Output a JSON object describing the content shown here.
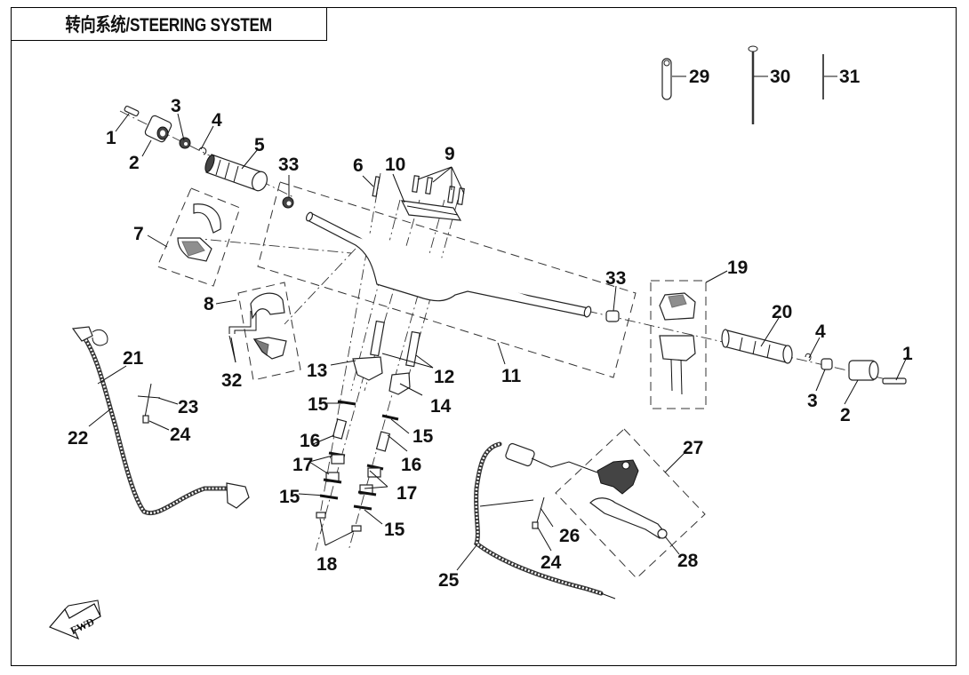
{
  "title": "转向系统/STEERING SYSTEM",
  "fwd_label": "FWD",
  "callouts": [
    {
      "id": "c1a",
      "label": "1"
    },
    {
      "id": "c2a",
      "label": "2"
    },
    {
      "id": "c3a",
      "label": "3"
    },
    {
      "id": "c4a",
      "label": "4"
    },
    {
      "id": "c5",
      "label": "5"
    },
    {
      "id": "c6",
      "label": "6"
    },
    {
      "id": "c7",
      "label": "7"
    },
    {
      "id": "c8",
      "label": "8"
    },
    {
      "id": "c9",
      "label": "9"
    },
    {
      "id": "c10",
      "label": "10"
    },
    {
      "id": "c11",
      "label": "11"
    },
    {
      "id": "c12",
      "label": "12"
    },
    {
      "id": "c13",
      "label": "13"
    },
    {
      "id": "c14",
      "label": "14"
    },
    {
      "id": "c15a",
      "label": "15"
    },
    {
      "id": "c15b",
      "label": "15"
    },
    {
      "id": "c15c",
      "label": "15"
    },
    {
      "id": "c15d",
      "label": "15"
    },
    {
      "id": "c16a",
      "label": "16"
    },
    {
      "id": "c16b",
      "label": "16"
    },
    {
      "id": "c17a",
      "label": "17"
    },
    {
      "id": "c17b",
      "label": "17"
    },
    {
      "id": "c18",
      "label": "18"
    },
    {
      "id": "c19",
      "label": "19"
    },
    {
      "id": "c20",
      "label": "20"
    },
    {
      "id": "c4b",
      "label": "4"
    },
    {
      "id": "c1b",
      "label": "1"
    },
    {
      "id": "c3b",
      "label": "3"
    },
    {
      "id": "c2b",
      "label": "2"
    },
    {
      "id": "c21",
      "label": "21"
    },
    {
      "id": "c22",
      "label": "22"
    },
    {
      "id": "c23",
      "label": "23"
    },
    {
      "id": "c24a",
      "label": "24"
    },
    {
      "id": "c24b",
      "label": "24"
    },
    {
      "id": "c25",
      "label": "25"
    },
    {
      "id": "c26",
      "label": "26"
    },
    {
      "id": "c27",
      "label": "27"
    },
    {
      "id": "c28",
      "label": "28"
    },
    {
      "id": "c29",
      "label": "29"
    },
    {
      "id": "c30",
      "label": "30"
    },
    {
      "id": "c31",
      "label": "31"
    },
    {
      "id": "c32",
      "label": "32"
    },
    {
      "id": "c33a",
      "label": "33"
    },
    {
      "id": "c33b",
      "label": "33"
    }
  ]
}
